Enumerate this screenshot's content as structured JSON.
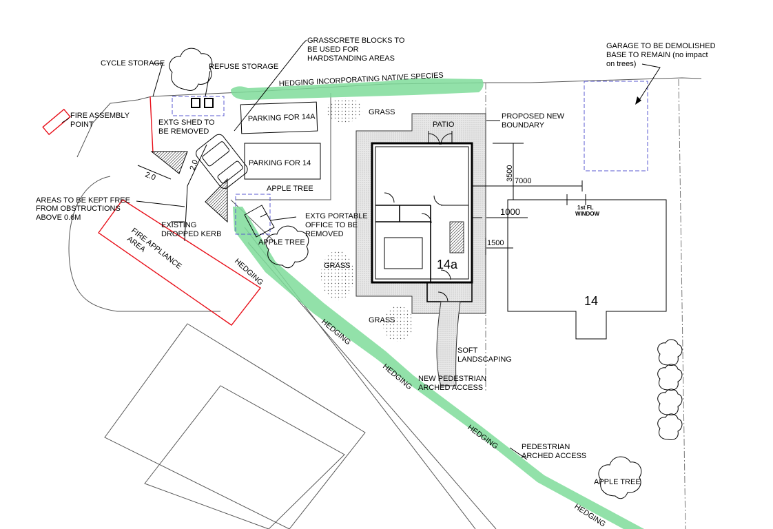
{
  "labels": {
    "cycle_storage": "CYCLE STORAGE",
    "refuse_storage": "REFUSE STORAGE",
    "grasscrete_1": "GRASSCRETE BLOCKS TO",
    "grasscrete_2": "BE USED FOR",
    "grasscrete_3": "HARDSTANDING AREAS",
    "hedging_native": "HEDGING INCORPORATING NATIVE SPECIES",
    "garage_1": "GARAGE TO BE DEMOLISHED",
    "garage_2": "BASE TO REMAIN (no impact",
    "garage_3": "on trees)",
    "fire_assembly_1": "FIRE ASSEMBLY",
    "fire_assembly_2": "POINT",
    "shed_1": "EXTG SHED TO",
    "shed_2": "BE REMOVED",
    "grass_top": "GRASS",
    "patio": "PATIO",
    "boundary_1": "PROPOSED NEW",
    "boundary_2": "BOUNDARY",
    "parking_14a": "PARKING FOR 14A",
    "parking_14": "PARKING FOR 14",
    "apple_tree_1": "APPLE TREE",
    "dim_2_0_a": "2.0",
    "dim_2_0_b": "2.0",
    "dim_3500": "3500",
    "dim_7000": "7000",
    "dim_1000": "1000",
    "dim_1500": "1500",
    "window_1": "1st FL",
    "window_2": "WINDOW",
    "areas_free_1": "AREAS TO BE KEPT FREE",
    "areas_free_2": "FROM OBSTRUCTIONS",
    "areas_free_3": "ABOVE 0.6M",
    "kerb_1": "EXISTING",
    "kerb_2": "DROPPED KERB",
    "office_1": "EXTG PORTABLE",
    "office_2": "OFFICE TO BE",
    "office_3": "REMOVED",
    "apple_tree_2": "APPLE TREE",
    "fire_app_1": "FIRE  APPLIANCE",
    "fire_app_2": "AREA",
    "hedging_a": "HEDGING",
    "hedging_b": "HEDGING",
    "hedging_c": "HEDGING",
    "hedging_d": "HEDGING",
    "hedging_e": "HEDGING",
    "grass_mid": "GRASS",
    "grass_low": "GRASS",
    "house_14a": "14a",
    "house_14": "14",
    "soft_1": "SOFT",
    "soft_2": "LANDSCAPING",
    "ped1_1": "NEW PEDESTRIAN",
    "ped1_2": "ARCHED ACCESS",
    "ped2_1": "PEDESTRIAN",
    "ped2_2": "ARCHED ACCESS",
    "apple_tree_3": "APPLE TREE"
  },
  "colors": {
    "fire_red": "#e8101a",
    "hedge_green": "#7fdc9a",
    "dashed_blue": "#5a5ad0",
    "line_black": "#000000"
  }
}
